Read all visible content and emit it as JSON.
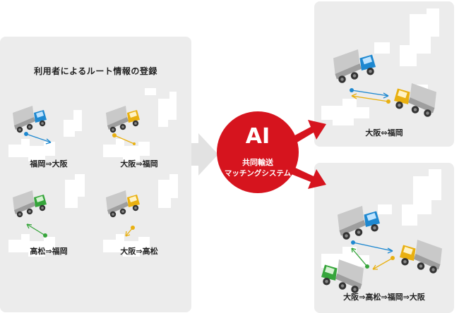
{
  "left": {
    "title": "利用者によるルート情報の登録",
    "routes": [
      {
        "label": "福岡⇒大阪"
      },
      {
        "label": "大阪⇒福岡"
      },
      {
        "label": "高松⇒福岡"
      },
      {
        "label": "大阪⇒高松"
      }
    ]
  },
  "ai": {
    "title": "AI",
    "line1": "共同輸送",
    "line2": "マッチングシステム"
  },
  "results": [
    {
      "label": "大阪⇔福岡"
    },
    {
      "label": "大阪⇒高松⇒福岡⇒大阪"
    }
  ],
  "colors": {
    "panel": "#ececec",
    "map": "#ffffff",
    "arrow": "#e2e2e2",
    "ai_red": "#d6141e",
    "truck_blue": "#1e88d0",
    "truck_yellow": "#e9b010",
    "truck_green": "#36a53b",
    "truck_body": "#bdbdbd"
  }
}
